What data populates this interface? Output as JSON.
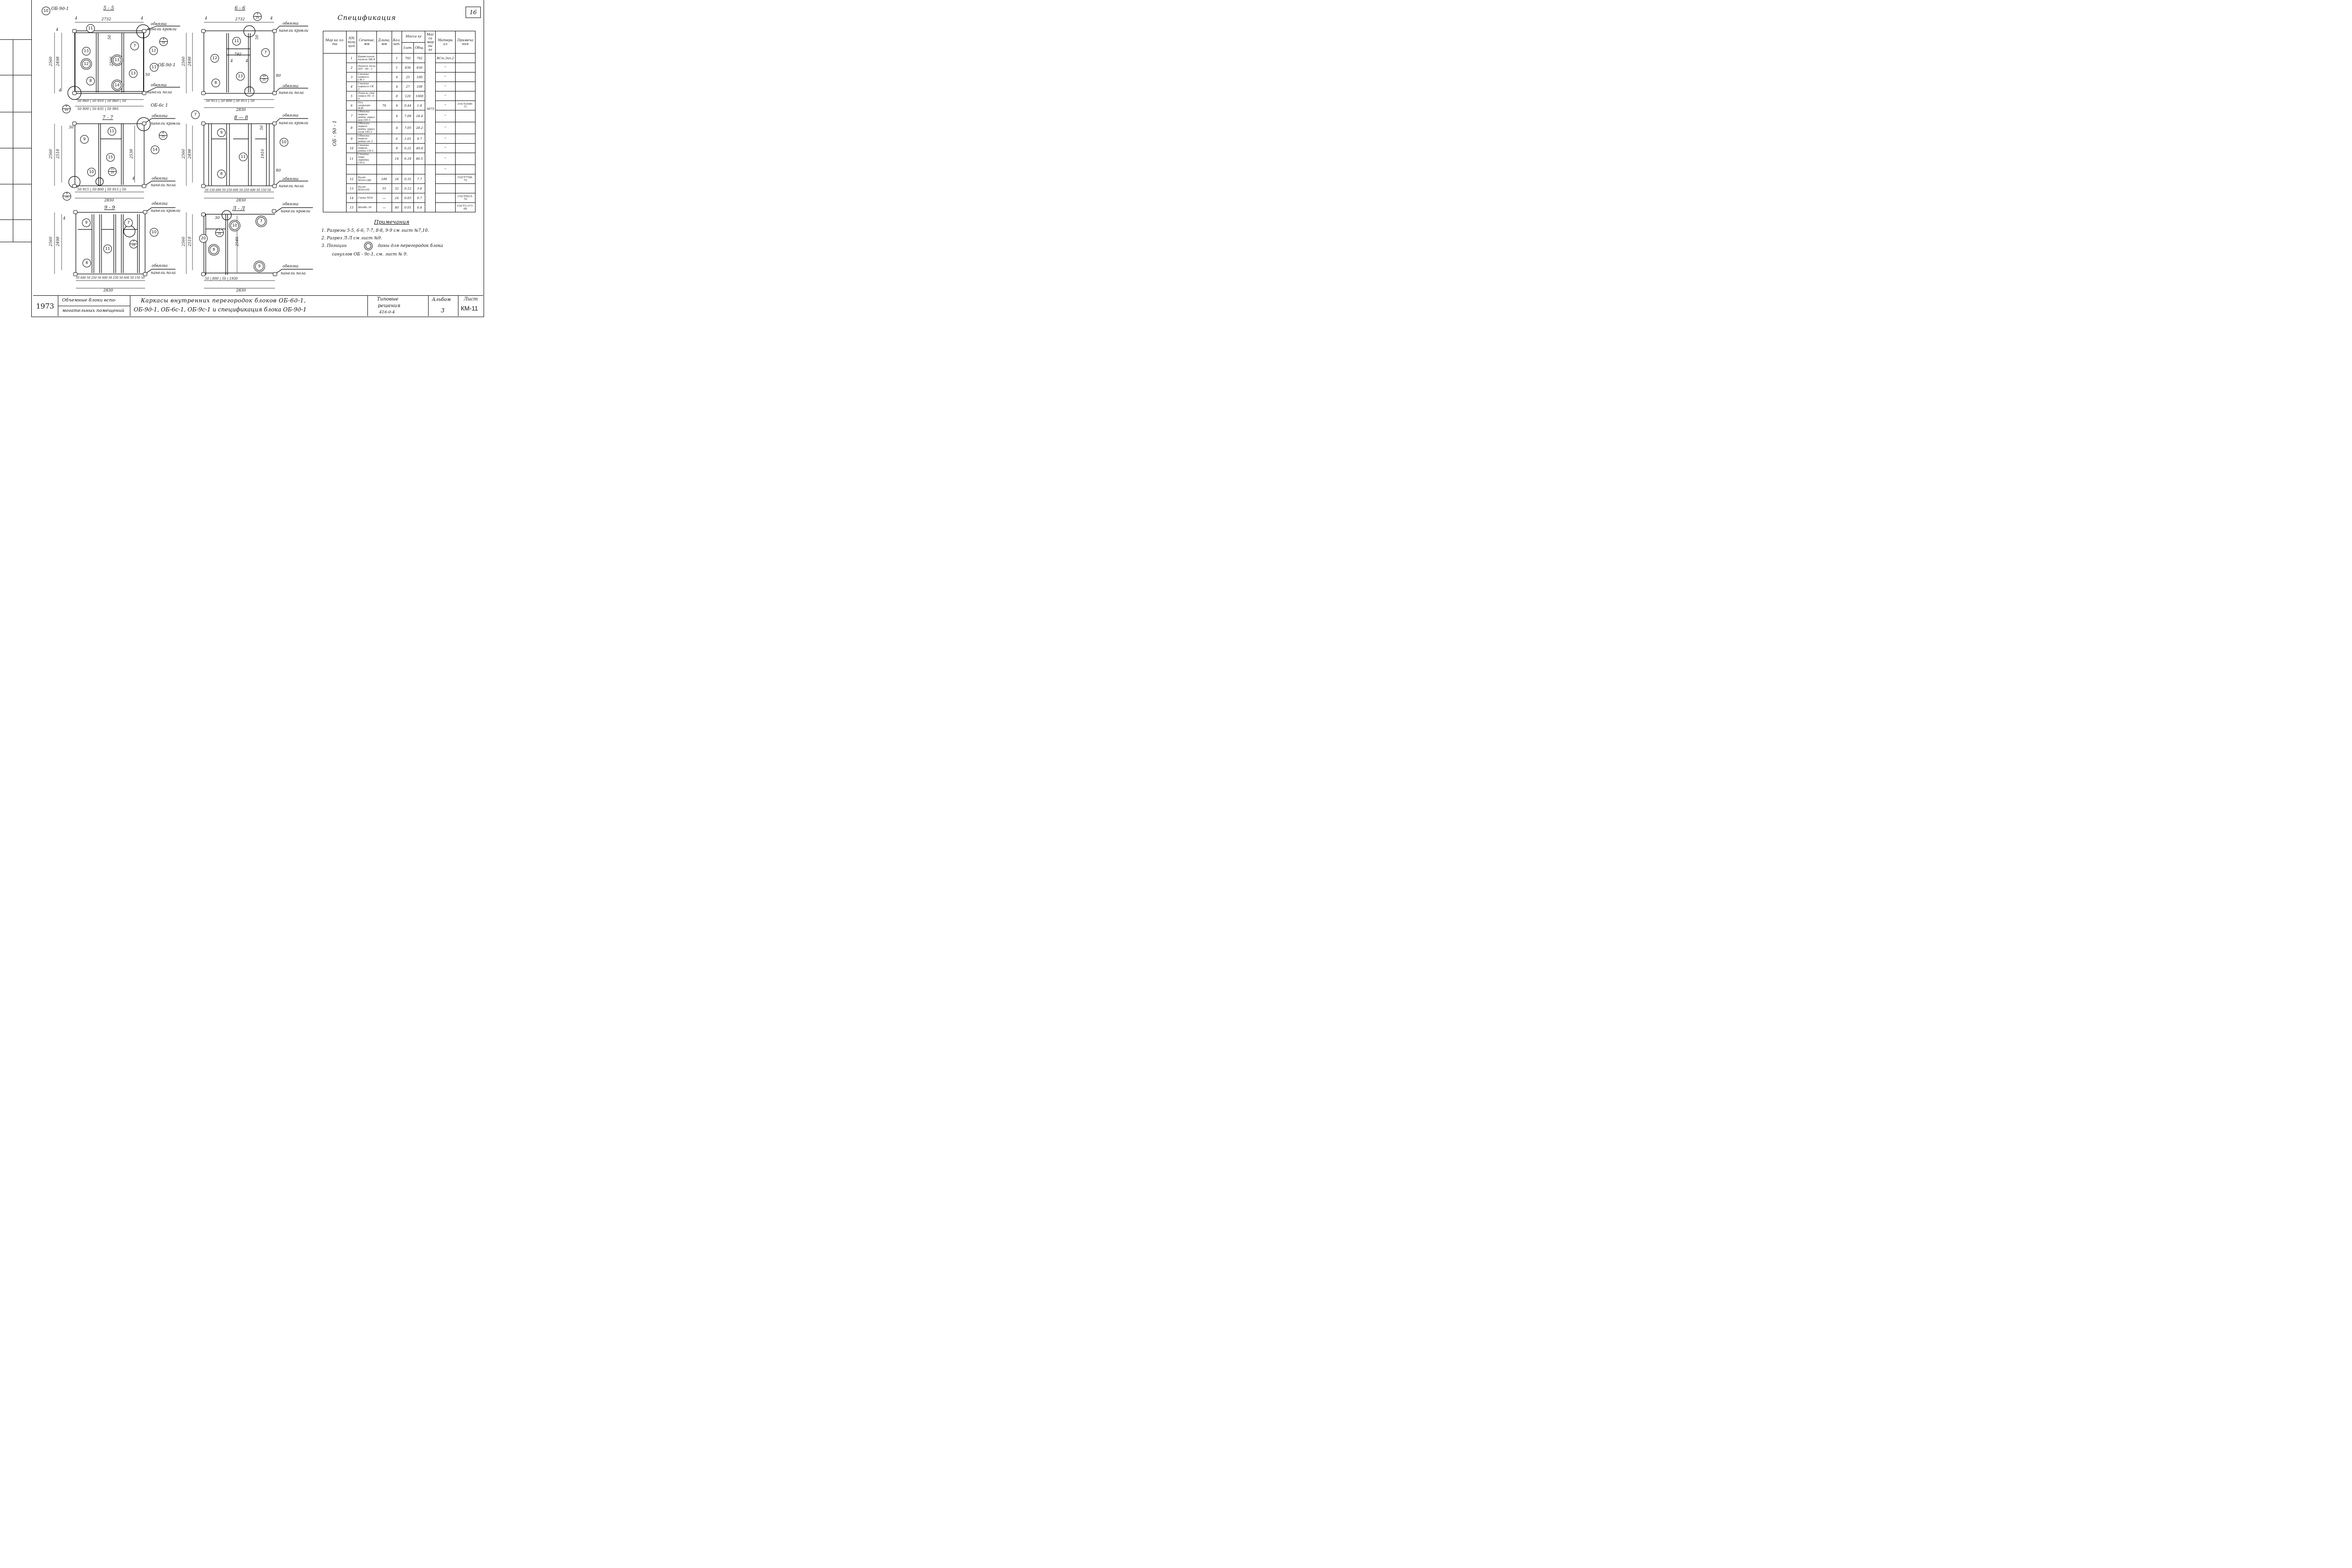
{
  "sheet_number_top": "16",
  "sections": {
    "s55": {
      "title": "5 - 5",
      "mark": "ОБ-9д-1",
      "mark_callout": "10",
      "dim_top": "2732",
      "dim_4a": "4",
      "dim_4b": "4",
      "h_total": "2560",
      "h_inner": "2498",
      "h_mid": "2506",
      "h_4a": "4",
      "h_4b": "4",
      "h_50": "50",
      "w_50": "50",
      "lbl_obv_top": "обвязка",
      "lbl_roof": "панели кровли",
      "lbl_mark_right": "ОБ-9д-1",
      "lbl_obv_bot": "обвязка",
      "lbl_floor": "панели пола",
      "lbl_mark_bot": "ОБ-6с 1",
      "row1": [
        "50",
        "860",
        "50",
        "910",
        "50",
        "860",
        "50"
      ],
      "row2": [
        "50",
        "800",
        "50",
        "835",
        "50",
        "995"
      ],
      "callouts": [
        "11",
        "13",
        "12",
        "7",
        "13",
        "12",
        "8",
        "13",
        "14",
        "11"
      ],
      "fracs": [
        [
          "4",
          "15"
        ],
        [
          "8",
          "15"
        ]
      ]
    },
    "s66": {
      "title": "6 - 6",
      "dim_top": "2732",
      "dim_4a": "4",
      "dim_4b": "4",
      "h_total": "2560",
      "h_inner": "2498",
      "h_50": "50",
      "h_80": "80",
      "w_792": "792",
      "w_4a": "4",
      "w_4b": "4",
      "lbl_obv_top": "обвязка",
      "lbl_roof": "панели кровли",
      "lbl_obv_bot": "обвязка",
      "lbl_floor": "панели пола",
      "row1": [
        "50",
        "915",
        "50",
        "800",
        "50",
        "915",
        "50"
      ],
      "total": "2830",
      "callouts": [
        "11",
        "7",
        "12",
        "13",
        "8"
      ],
      "fracs": [
        [
          "3",
          "15"
        ],
        [
          "10",
          "15"
        ]
      ]
    },
    "s77": {
      "title": "7 - 7",
      "h_total": "2560",
      "h_inner": "2518",
      "h_mid": "2538",
      "h_30": "30",
      "h_4": "4",
      "lbl_obv_top": "обвязка",
      "lbl_roof": "панели кровли",
      "lbl_obv_bot": "обвязка",
      "lbl_floor": "панели пола",
      "row1": [
        "50",
        "915",
        "50",
        "800",
        "50",
        "915",
        "50"
      ],
      "total": "2830",
      "callouts": [
        "9",
        "11",
        "15",
        "14",
        "10"
      ],
      "fracs": [
        [
          "6",
          "15"
        ],
        [
          "11",
          "15"
        ],
        [
          "9",
          "15"
        ]
      ]
    },
    "s88": {
      "title": "8 — 8",
      "h_total": "2560",
      "h_inner": "2498",
      "h_mid": "1910",
      "h_80": "80",
      "h_50": "50",
      "lbl_obv_top": "обвязка",
      "lbl_roof": "панели кровли",
      "lbl_obv_bot": "обвязка",
      "lbl_floor": "панели пола",
      "row1": "50 150 600 50 250 600 50 250 600 50 150 50",
      "total": "2830",
      "callouts": [
        "7",
        "9",
        "10",
        "11",
        "8"
      ]
    },
    "s99": {
      "title": "9 - 9",
      "h_total": "2560",
      "h_inner": "2498",
      "h_4": "4",
      "lbl_obv_top": "обвязка",
      "lbl_roof": "панели кровли",
      "lbl_obv_bot": "обвязка",
      "lbl_floor": "панели пола",
      "row1": "50 600 50 250 50 600 50 250 50 600 50 150 50",
      "total": "2830",
      "callouts": [
        "9",
        "7",
        "11",
        "10",
        "8"
      ],
      "fracs": [
        [
          "7",
          "15"
        ]
      ]
    },
    "sAA": {
      "title": "Л - Л",
      "h_total": "2560",
      "h_inner": "2518",
      "h_mid": "2546",
      "h_30": "30",
      "lbl_obv_top": "обвязка",
      "lbl_roof": "панели кровли",
      "lbl_obv_bot": "обвязка",
      "lbl_floor": "панели пола",
      "row1": [
        "50",
        "800",
        "50",
        "1930"
      ],
      "total": "2830",
      "callouts": [
        "10",
        "7",
        "20",
        "8",
        "9"
      ],
      "fracs": [
        [
          "5",
          "15"
        ]
      ]
    }
  },
  "spec": {
    "title": "Спецификация",
    "headers": [
      "Мар ка эл-та",
      "NN пози ций",
      "Сечение, мм",
      "Длина, мм",
      "Кол. шт.",
      "Масса кг",
      "1шт.",
      "Общ.",
      "Мас са мар ки кг",
      "Матери ал",
      "Примеча ния"
    ],
    "mark": "ОБ - 9д - 1",
    "total_mass": "3075",
    "rows": [
      {
        "n": "1",
        "name": "Кровельная панель ПК-9",
        "len": "",
        "qty": "1",
        "m1": "792",
        "mt": "792",
        "mat": "ВСт.3кп.2",
        "note": ""
      },
      {
        "n": "2",
        "name": "Панель пола ПП - 9д - 1",
        "len": "",
        "qty": "1",
        "m1": "836",
        "mt": "836",
        "mat": "\"",
        "note": ""
      },
      {
        "n": "3",
        "name": "Стойка каркаса СК-1",
        "len": "",
        "qty": "4",
        "m1": "25",
        "mt": "100",
        "mat": "\"",
        "note": ""
      },
      {
        "n": "4",
        "name": "Стойка каркаса СК 2",
        "len": "",
        "qty": "4",
        "m1": "27",
        "mt": "108",
        "mat": "\"",
        "note": ""
      },
      {
        "n": "5",
        "name": "Панель сте новая ПС 3-5",
        "len": "",
        "qty": "8",
        "m1": "126",
        "mt": "1008",
        "mat": "\"",
        "note": ""
      },
      {
        "n": "6",
        "name": "Ось шарнира Ф30",
        "len": "70",
        "qty": "4",
        "m1": "0.44",
        "mt": "1.8",
        "mat": "\"",
        "note": "ГОСТ2590-71"
      },
      {
        "n": "7",
        "name": "Обвязка перего родки гориз вер ОП-1",
        "len": "",
        "qty": "4",
        "m1": "7.09",
        "mt": "28.4",
        "mat": "\"",
        "note": ""
      },
      {
        "n": "8",
        "name": "Обвязка перего родки гориз ниж ОП 2",
        "len": "",
        "qty": "4",
        "m1": "7.05",
        "mt": "28.2",
        "mat": "\"",
        "note": ""
      },
      {
        "n": "9",
        "name": "Обвязка перего родки оп 3",
        "len": "",
        "qty": "6",
        "m1": "1.61",
        "mt": "9.7",
        "mat": "\"",
        "note": ""
      },
      {
        "n": "10",
        "name": "Стойка перего родки СП-1",
        "len": "",
        "qty": "8",
        "m1": "6.22",
        "mt": "49.8",
        "mat": "\"",
        "note": ""
      },
      {
        "n": "11",
        "name": "Стойка пере городки СП-2",
        "len": "",
        "qty": "14",
        "m1": "6.18",
        "mt": "86.5",
        "mat": "\"",
        "note": ""
      },
      {
        "n": "",
        "name": "",
        "len": "",
        "qty": "",
        "m1": "",
        "mt": "",
        "mat": "\"",
        "note": ""
      },
      {
        "n": "12",
        "name": "Болт М16×180",
        "len": "180",
        "qty": "24",
        "m1": "0.32",
        "mt": "7.7",
        "mat": "",
        "note": "ГОСТ7798-70"
      },
      {
        "n": "13",
        "name": "Болт М16×55",
        "len": "55",
        "qty": "32",
        "m1": "0.12",
        "mt": "3.8",
        "mat": "",
        "note": ""
      },
      {
        "n": "14",
        "name": "Гайка М16",
        "len": "—",
        "qty": "24",
        "m1": "0.03",
        "mt": "0.7",
        "mat": "",
        "note": "ГОСТ5915-70"
      },
      {
        "n": "15",
        "name": "Шайба 16",
        "len": "—",
        "qty": "40",
        "m1": "0.01",
        "mt": "0.4",
        "mat": "",
        "note": "ГОСТ11371-68"
      }
    ]
  },
  "notes": {
    "title": "Примечания",
    "items": [
      "1.  Разрезы  5-5, 6-6, 7-7, 8-8, 9-9  см лист №7,10.",
      "2.  Разрез  Л-Л  см лист №9.",
      "3.  Позиции",
      "даны  для  перегородок  блока",
      "санузлов  ОБ - 9с-1,  см. лист № 9."
    ]
  },
  "title_block": {
    "year": "1973",
    "project_line1": "Объемные блоки вспо-",
    "project_line2": "могательных помещений",
    "title_line1": "Каркасы  внутренних  перегородок  блоков  ОБ-6д-1,",
    "title_line2": "ОБ-9д-1, ОБ-6с-1, ОБ-9с-1 и спецификация блока ОБ-9д-1",
    "series_line1": "Типовые",
    "series_line2": "решения",
    "series_line3": "416-0-4",
    "album_label": "Альбом",
    "album_value": "3",
    "sheet_label": "Лист",
    "sheet_value": "КМ-11"
  }
}
